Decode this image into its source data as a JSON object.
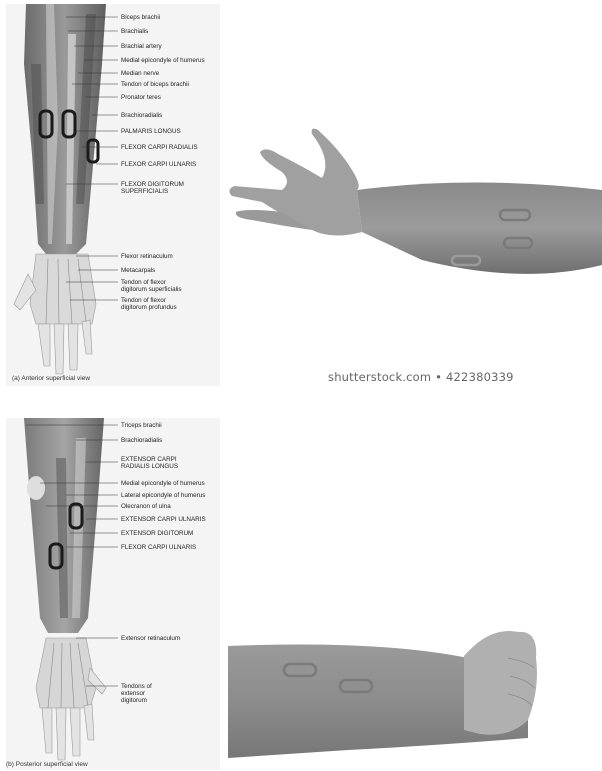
{
  "top": {
    "labels": [
      "Biceps brachii",
      "Brachialis",
      "Brachial artery",
      "Medial epicondyle of humerus",
      "Median nerve",
      "Tendon of biceps brachii",
      "Pronator teres",
      "Brachioradialis",
      "PALMARIS LONGUS",
      "FLEXOR CARPI RADIALIS",
      "FLEXOR CARPI ULNARIS",
      "FLEXOR DIGITORUM SUPERFICIALIS",
      "Flexor retinaculum",
      "Metacarpals",
      "Tendon of flexor digitorum superficialis",
      "Tendon of flexor digitorum profundus"
    ],
    "caption": "(a) Anterior superficial view"
  },
  "bottom": {
    "labels": [
      "Triceps brachii",
      "Brachioradialis",
      "EXTENSOR CARPI RADIALIS LONGUS",
      "Medial epicondyle of humerus",
      "Lateral epicondyle of humerus",
      "Olecranon of ulna",
      "EXTENSOR CARPI ULNARIS",
      "EXTENSOR DIGITORUM",
      "FLEXOR CARPI ULNARIS",
      "Extensor retinaculum",
      "Tendons of extensor digitorum"
    ],
    "caption": "(b) Posterior superficial view"
  },
  "watermark": "shutterstock.com • 422380339",
  "colors": {
    "muscle_dark": "#5a5a5a",
    "muscle_light": "#bdbdbd",
    "skin": "#8e8e8e",
    "electrode_outline": "#1a1a1a",
    "electrode_on_skin": "#7a7a7a"
  }
}
